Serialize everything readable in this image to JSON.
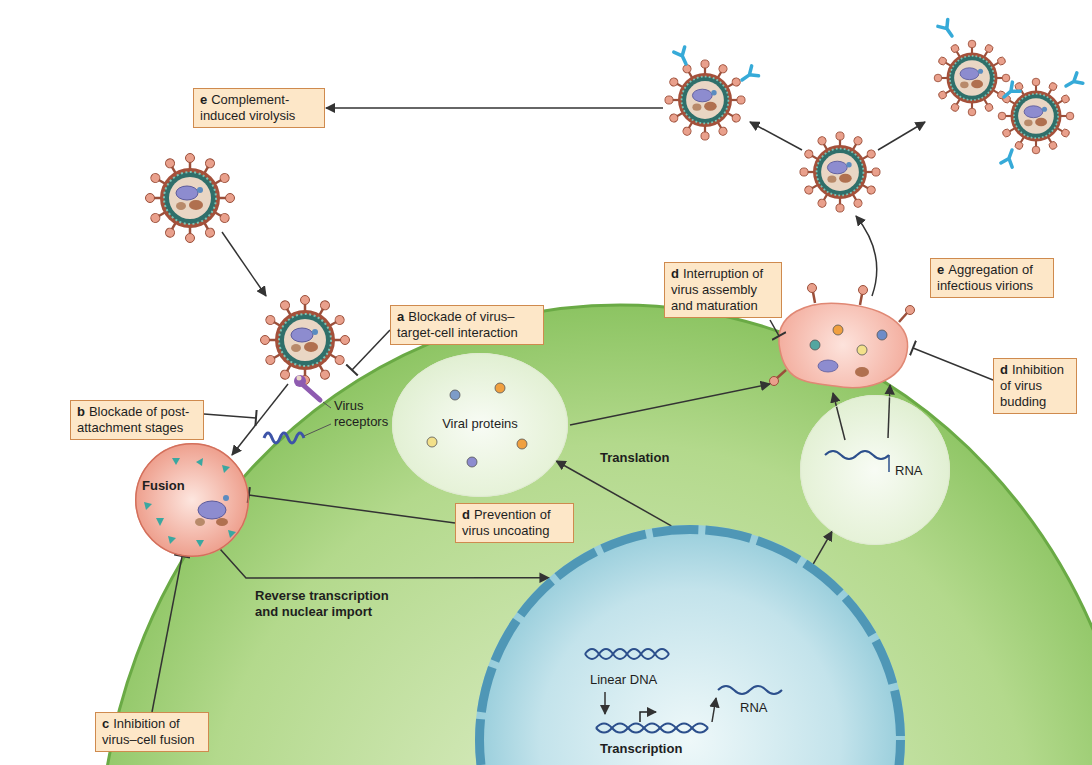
{
  "diagram": {
    "nodes": [
      {
        "text": [
          "e",
          "Complement-induced virolysis"
        ]
      },
      {
        "text": [
          "e",
          "Aggregation of infectious virions"
        ]
      },
      {
        "text": [
          "d",
          "Interruption of virus assembly and maturation"
        ]
      },
      {
        "text": [
          "a",
          "Blockade of virus–target-cell interaction"
        ]
      },
      {
        "text": [
          "b",
          "Blockade of post-attachment stages"
        ]
      },
      {
        "text": [
          "d",
          "Inhibition of virus budding"
        ]
      },
      {
        "text": [
          "Viral proteins"
        ]
      },
      {
        "text": [
          "d",
          "Prevention of virus uncoating"
        ]
      },
      {
        "text": [
          "RNA"
        ]
      },
      {
        "text": [
          "Fusion"
        ]
      },
      {
        "text": [
          "Linear DNA",
          "RNA",
          "Transcription"
        ]
      },
      {
        "text": [
          "c",
          "Inhibition of virus–cell fusion"
        ]
      }
    ],
    "edges": [
      {
        "from": 9,
        "to": 10,
        "arrow": "to",
        "label": "Reverse transcription and nuclear import"
      },
      {
        "from": 10,
        "to": 6,
        "arrow": "to",
        "label": "Translation"
      },
      {
        "from": 10,
        "to": 8,
        "arrow": "to"
      },
      {
        "from": 11,
        "to": 9,
        "arrow": "none"
      },
      {
        "from": 7,
        "to": 9,
        "arrow": "none"
      }
    ],
    "labels": [
      "Virus receptors"
    ]
  }
}
